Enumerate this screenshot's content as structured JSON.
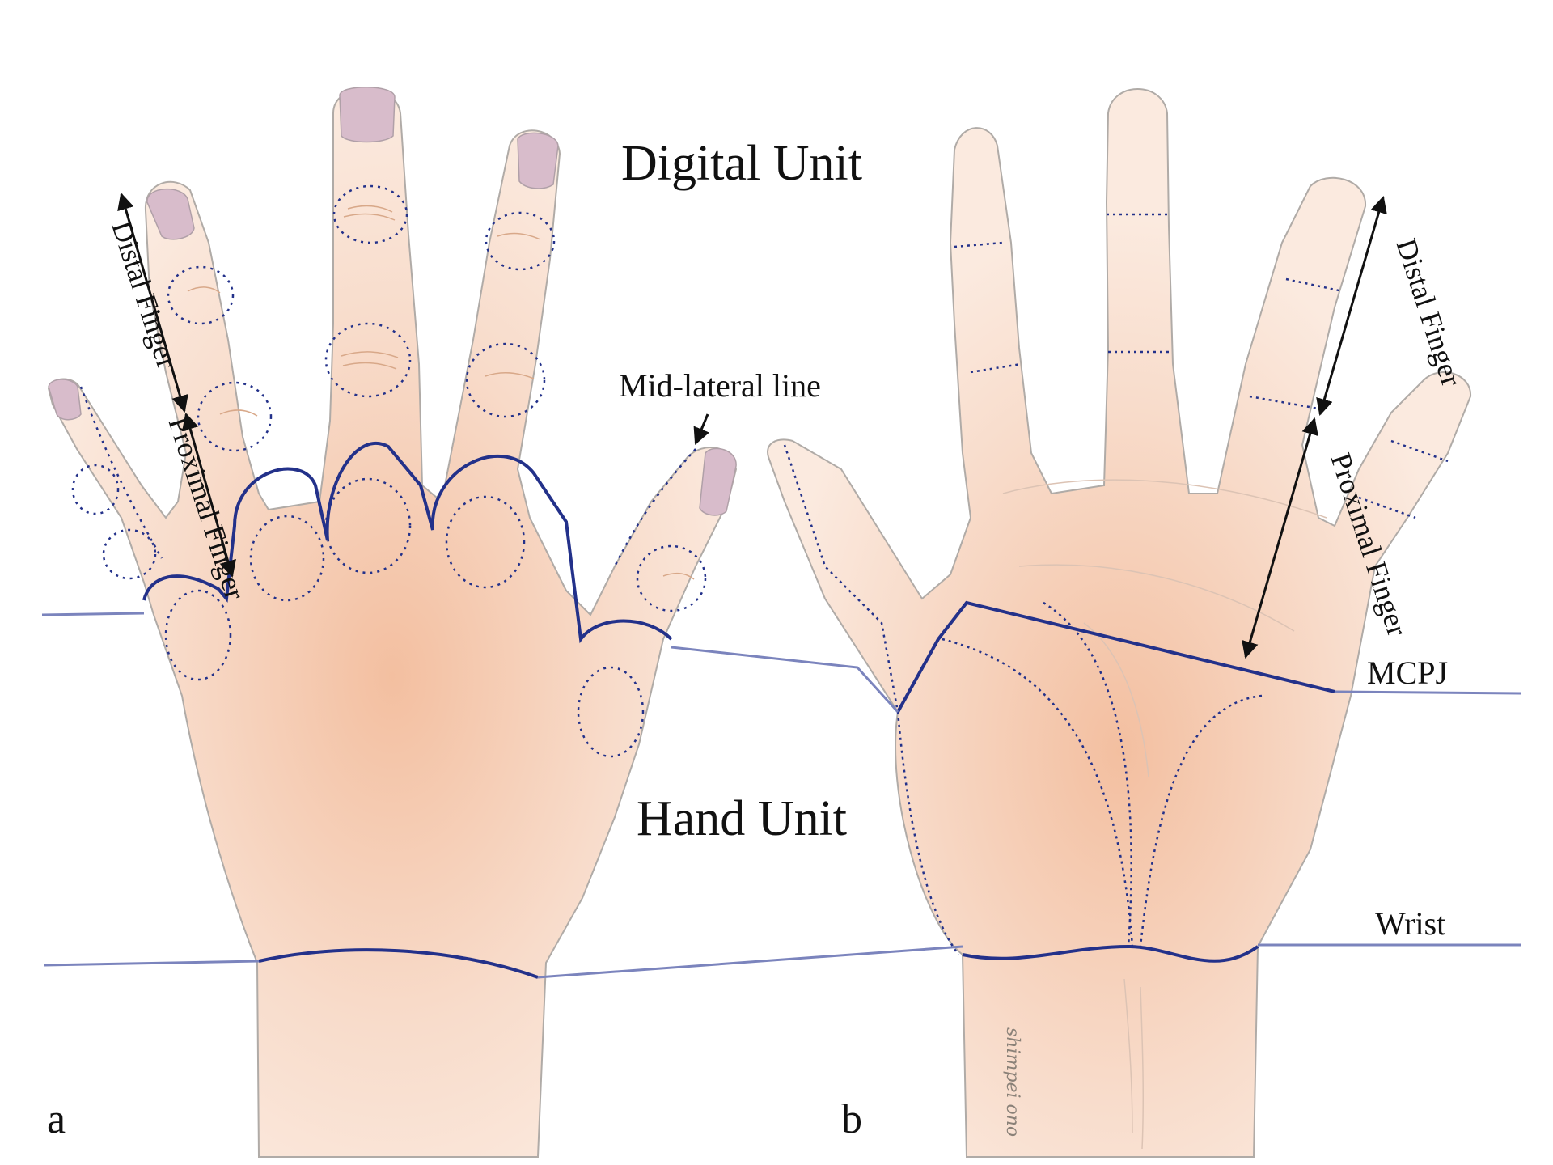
{
  "figure": {
    "labels": {
      "digital_unit": "Digital Unit",
      "hand_unit": "Hand Unit",
      "mid_lateral_line": "Mid-lateral line",
      "distal_finger": "Distal Finger",
      "proximal_finger": "Proximal Finger",
      "mcpj": "MCPJ",
      "wrist": "Wrist",
      "panel_a": "a",
      "panel_b": "b",
      "signature": "shimpei ono"
    },
    "colors": {
      "skin": "#f9e4d6",
      "skin_center": "#f3bfa0",
      "outline": "#a9a9a9",
      "unit_border": "#23318a",
      "guide_line": "#7b84bd",
      "nail": "#d8bccb",
      "crease": "#d8a889"
    }
  }
}
